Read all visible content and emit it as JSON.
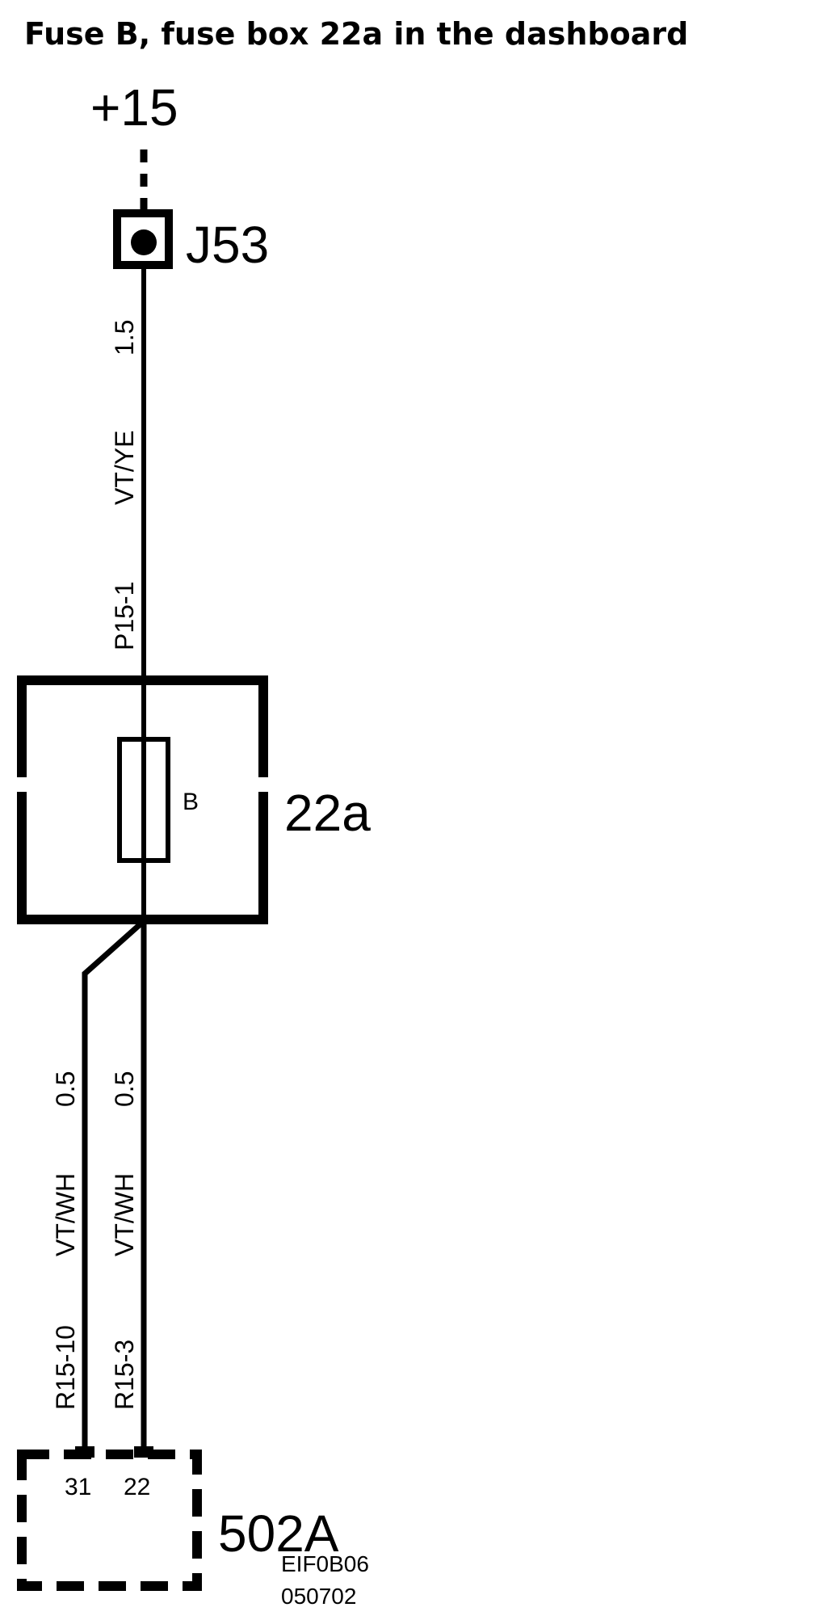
{
  "title": "Fuse B, fuse box 22a in the dashboard",
  "supply": "+15",
  "junction": "J53",
  "upper_wire": {
    "size": "1.5",
    "color": "VT/YE",
    "code": "P15-1"
  },
  "fuse_box": {
    "name": "22a",
    "fuse": "B"
  },
  "left_wire": {
    "size": "0.5",
    "color": "VT/WH",
    "code": "R15-10"
  },
  "right_wire": {
    "size": "0.5",
    "color": "VT/WH",
    "code": "R15-3"
  },
  "connector": {
    "name": "502A",
    "pins": [
      "31",
      "22"
    ]
  },
  "drawing_id": [
    "EIF0B06",
    "050702"
  ]
}
